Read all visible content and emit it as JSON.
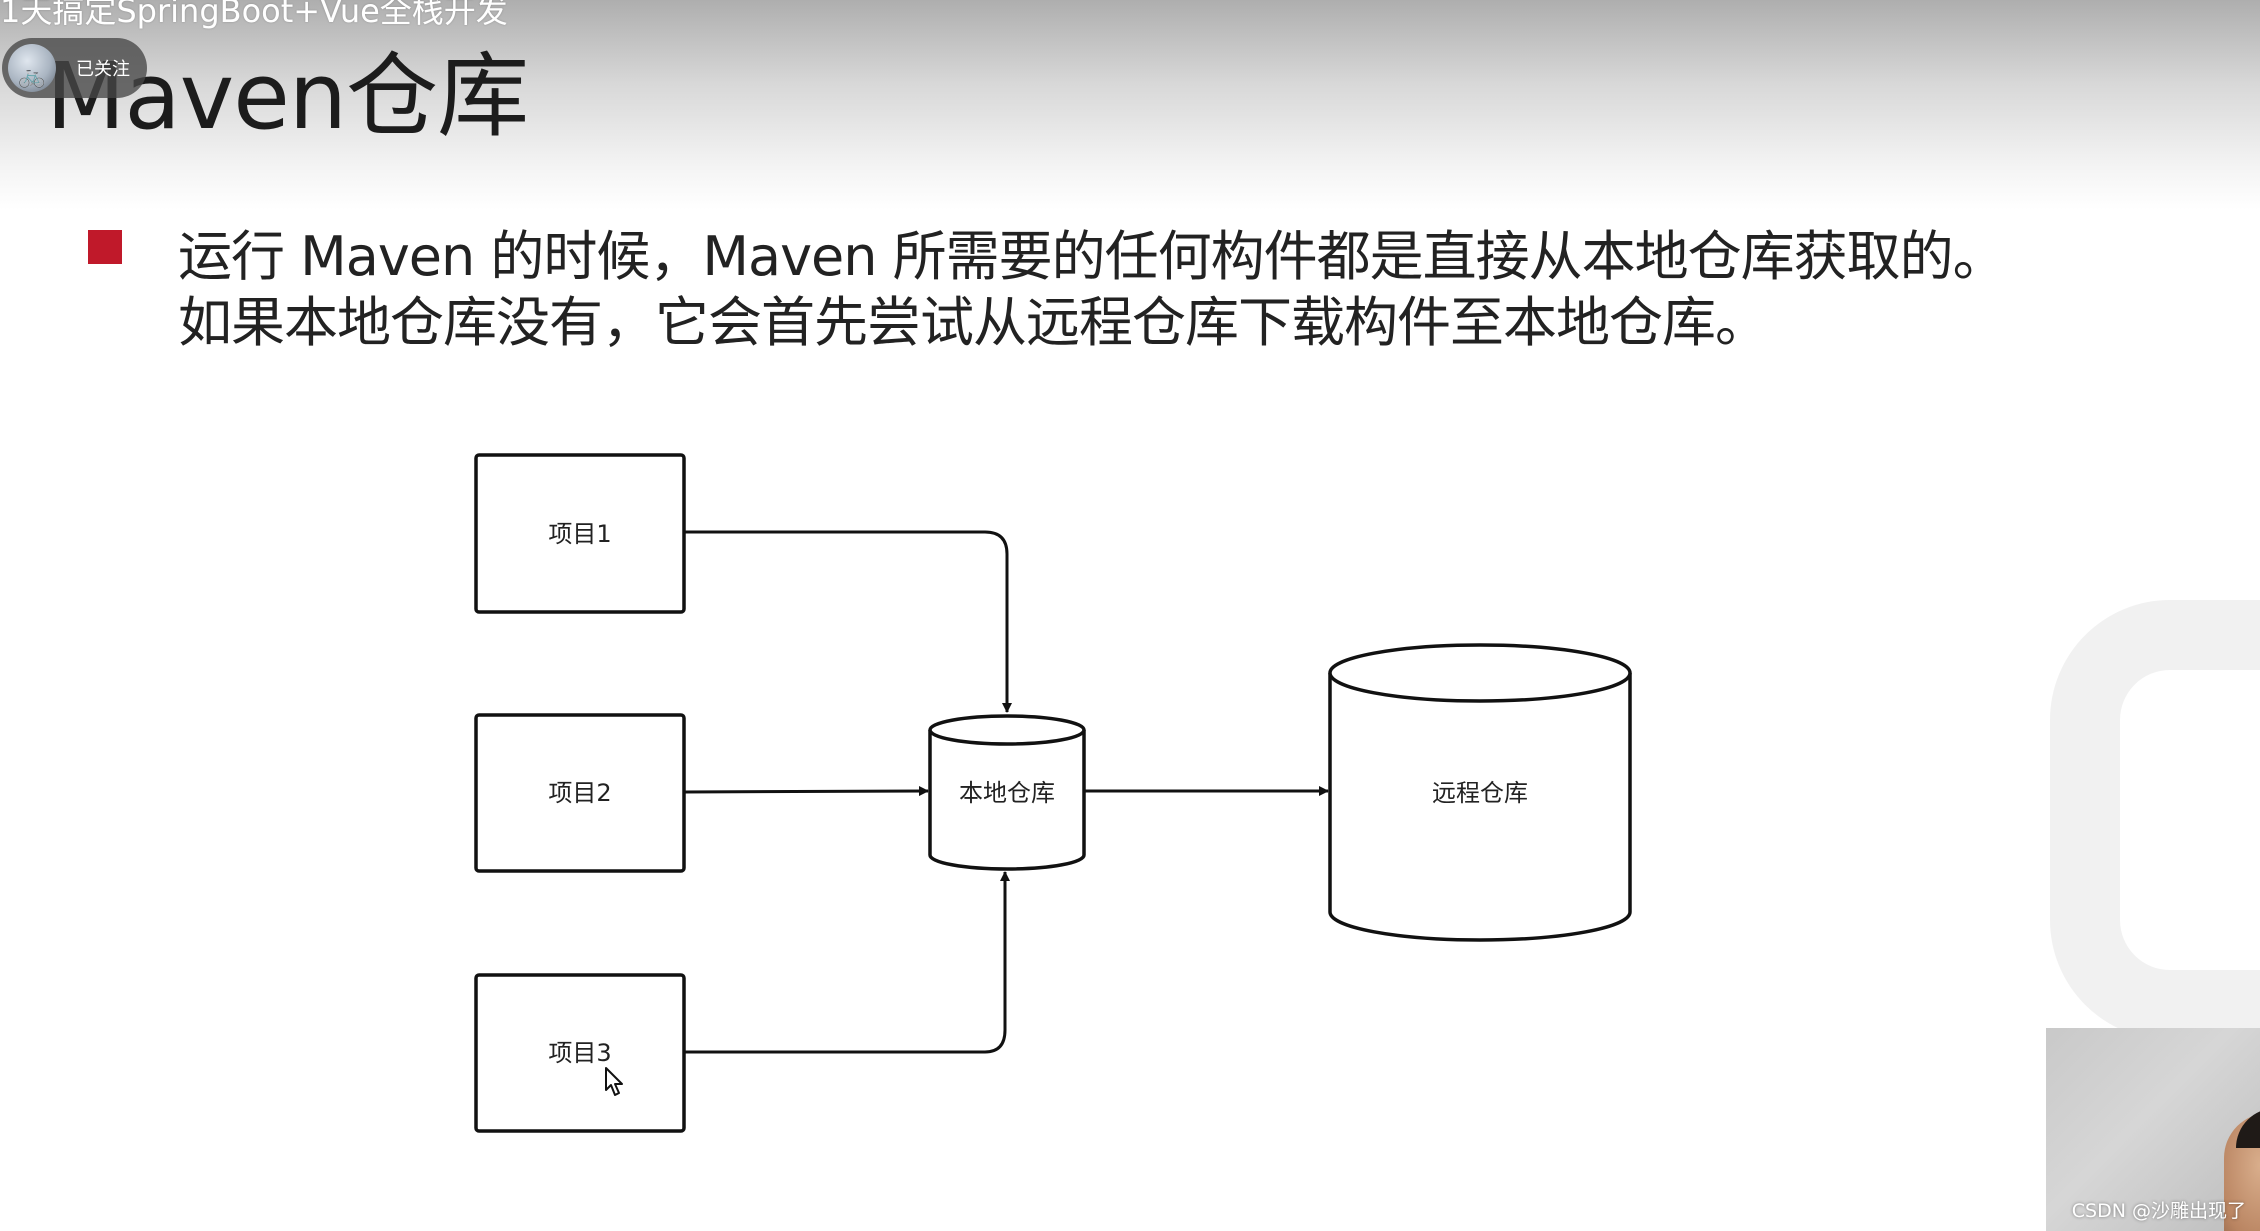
{
  "player": {
    "video_title": "1天搞定SpringBoot+Vue全栈开发",
    "follow_status": "已关注"
  },
  "slide": {
    "title": "Maven仓库",
    "bullet_line_1": "运行 Maven 的时候，Maven 所需要的任何构件都是直接从本地仓库获取的。",
    "bullet_line_2": "如果本地仓库没有，它会首先尝试从远程仓库下载构件至本地仓库。",
    "accent_color": "#c0192a"
  },
  "diagram": {
    "projects": [
      "项目1",
      "项目2",
      "项目3"
    ],
    "local_repo": "本地仓库",
    "remote_repo": "远程仓库"
  },
  "watermark": "CSDN @沙雕出现了",
  "icons": {
    "cursor": "mouse-pointer-icon",
    "avatar": "uploader-avatar"
  }
}
